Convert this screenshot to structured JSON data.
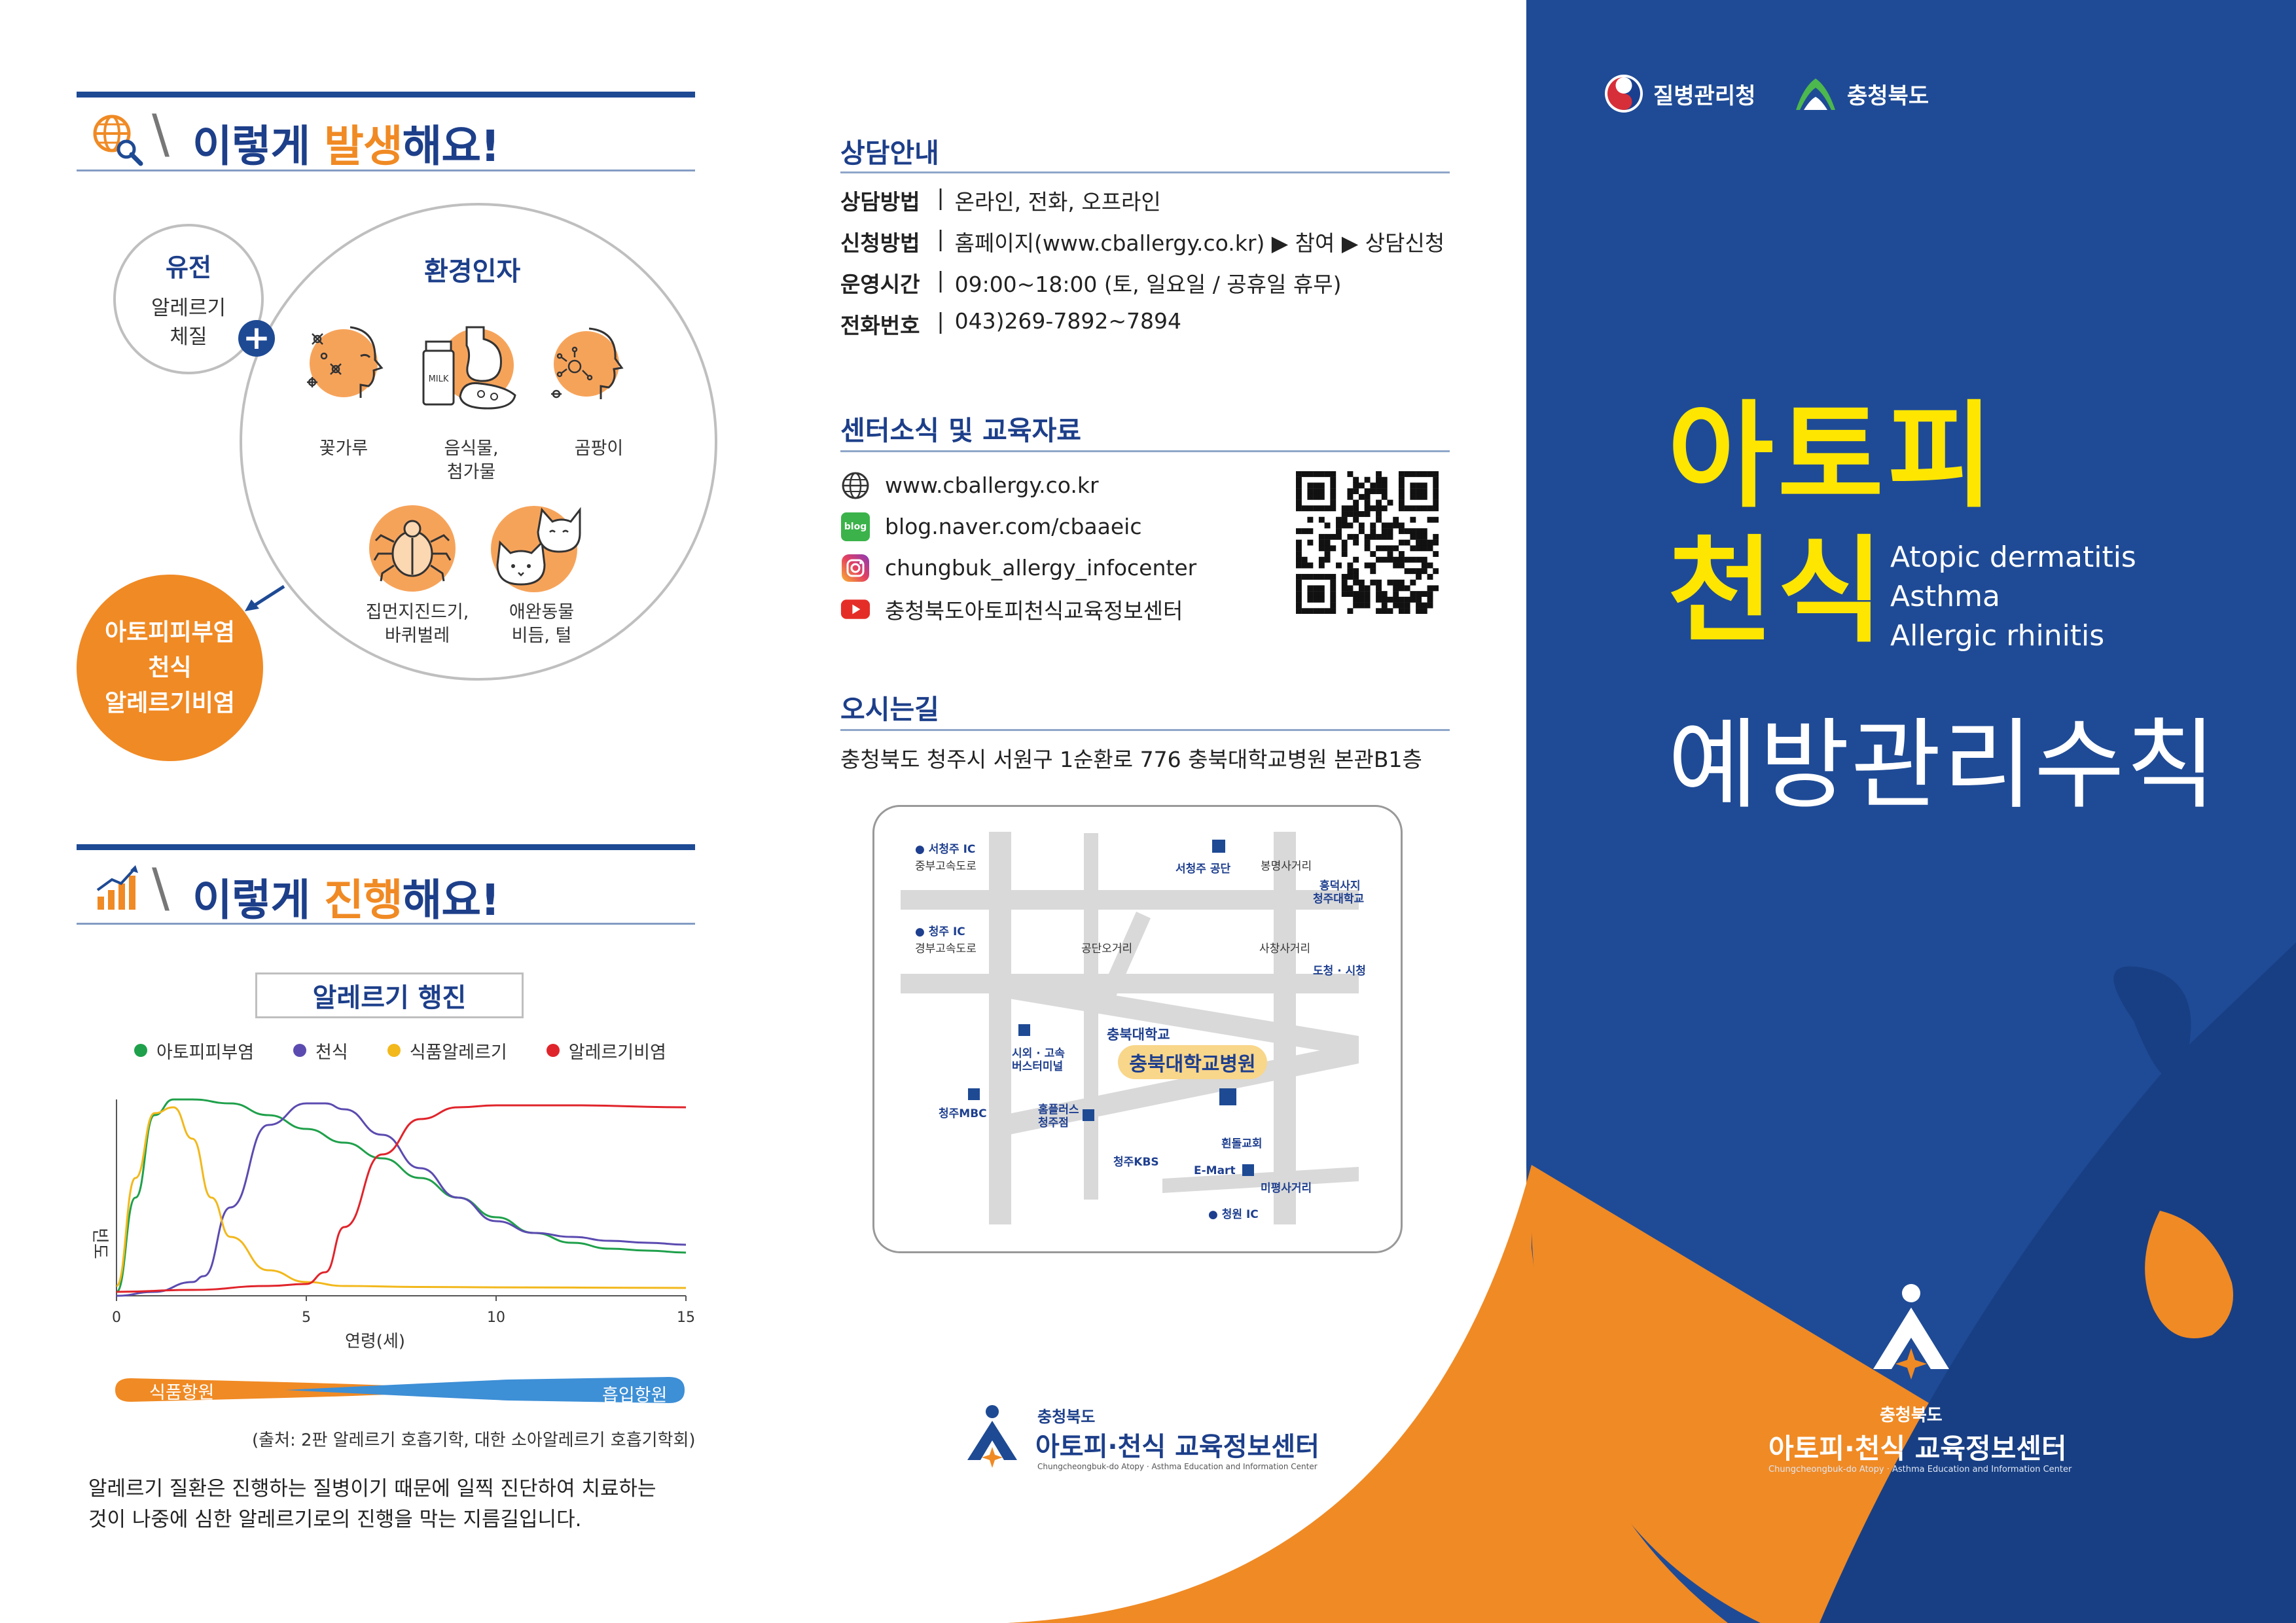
{
  "occur": {
    "title_before": "이렇게 ",
    "title_hl": "발생",
    "title_after": "해요!",
    "genetic": {
      "title": "유전",
      "line1": "알레르기",
      "line2": "체질"
    },
    "env_title": "환경인자",
    "factors": [
      {
        "line1": "꽃가루",
        "line2": ""
      },
      {
        "line1": "음식물,",
        "line2": "첨가물"
      },
      {
        "line1": "곰팡이",
        "line2": ""
      },
      {
        "line1": "집먼지진드기,",
        "line2": "바퀴벌레"
      },
      {
        "line1": "애완동물",
        "line2": "비듬, 털"
      }
    ],
    "milk_label": "MILK",
    "result": {
      "line1": "아토피피부염",
      "line2": "천식",
      "line3": "알레르기비염"
    }
  },
  "progress": {
    "title_before": "이렇게 ",
    "title_hl": "진행",
    "title_after": "해요!",
    "source": "(출처: 2판 알레르기 호흡기학, 대한 소아알레르기 호흡기학회)",
    "body_line1": "알레르기 질환은 진행하는 질병이기 때문에 일찍 진단하여 치료하는",
    "body_line2": "것이 나중에 심한 알레르기로의 진행을 막는 지름길입니다.",
    "food_antigen": "식품항원",
    "inhaled_antigen": "흡입항원"
  },
  "chart_data": {
    "type": "line",
    "title": "알레르기 행진",
    "xlabel": "연령(세)",
    "ylabel": "빈도",
    "xlim": [
      0,
      15
    ],
    "ylim": [
      0,
      1
    ],
    "xticks": [
      "0",
      "5",
      "10",
      "15"
    ],
    "legend_position": "top",
    "grid": false,
    "series": [
      {
        "name": "아토피피부염",
        "color": "#1fa04b",
        "x": [
          0,
          0.5,
          1,
          1.5,
          2,
          3,
          4,
          5,
          6,
          7,
          8,
          9,
          10,
          11,
          12,
          13,
          14,
          15
        ],
        "y": [
          0.02,
          0.5,
          0.92,
          1.0,
          1.0,
          0.98,
          0.92,
          0.85,
          0.78,
          0.7,
          0.6,
          0.5,
          0.4,
          0.32,
          0.27,
          0.24,
          0.23,
          0.22
        ]
      },
      {
        "name": "천식",
        "color": "#5b4bb0",
        "x": [
          0,
          1,
          2,
          2.3,
          3,
          4,
          5,
          5.5,
          6,
          7,
          8,
          9,
          10,
          11,
          12,
          13,
          14,
          15
        ],
        "y": [
          0.0,
          0.02,
          0.07,
          0.1,
          0.45,
          0.87,
          0.98,
          0.98,
          0.95,
          0.82,
          0.65,
          0.5,
          0.38,
          0.32,
          0.3,
          0.28,
          0.27,
          0.26
        ]
      },
      {
        "name": "식품알레르기",
        "color": "#f2b81c",
        "x": [
          0,
          0.5,
          1,
          1.5,
          2,
          2.5,
          3,
          4,
          5,
          6,
          8,
          10,
          12,
          15
        ],
        "y": [
          0.05,
          0.6,
          0.93,
          0.96,
          0.8,
          0.5,
          0.3,
          0.13,
          0.07,
          0.05,
          0.045,
          0.043,
          0.042,
          0.04
        ]
      },
      {
        "name": "알레르기비염",
        "color": "#e0242b",
        "x": [
          0,
          2,
          4,
          5,
          5.5,
          6,
          7,
          8,
          9,
          10,
          12,
          15
        ],
        "y": [
          0.02,
          0.03,
          0.05,
          0.06,
          0.12,
          0.35,
          0.72,
          0.9,
          0.96,
          0.97,
          0.97,
          0.96
        ]
      }
    ]
  },
  "consult": {
    "title": "상담안내",
    "rows": [
      {
        "label": "상담방법",
        "value": "온라인, 전화, 오프라인"
      },
      {
        "label": "신청방법",
        "value": "홈페이지(www.cballergy.co.kr) ▶ 참여 ▶ 상담신청"
      },
      {
        "label": "운영시간",
        "value": "09:00~18:00 (토, 일요일 / 공휴일 휴무)"
      },
      {
        "label": "전화번호",
        "value": "043)269-7892~7894"
      }
    ],
    "sep": "|"
  },
  "news": {
    "title": "센터소식 및 교육자료",
    "links": [
      {
        "icon": "globe-icon",
        "text": "www.cballergy.co.kr"
      },
      {
        "icon": "blog-icon",
        "text": "blog.naver.com/cbaaeic",
        "icon_text": "blog"
      },
      {
        "icon": "instagram-icon",
        "text": "chungbuk_allergy_infocenter"
      },
      {
        "icon": "youtube-icon",
        "text": "충청북도아토피천식교육정보센터"
      }
    ]
  },
  "directions": {
    "title": "오시는길",
    "address": "충청북도 청주시 서원구 1순환로 776 충북대학교병원 본관B1층"
  },
  "map": {
    "labels": {
      "seocheongju_ic": "서청주 IC",
      "jungbu1": "중부고속도로",
      "seocheongju_gongdan": "서청주 공단",
      "bongmyeong": "봉명사거리",
      "heungdeok": "흥덕사지",
      "cheongju_univ": "청주대학교",
      "cheongju_ic": "청주 IC",
      "gyeongbu": "경부고속도로",
      "gongdan_ogeori": "공단오거리",
      "sachang": "사창사거리",
      "docheong": "도청 · 시청",
      "cbnu": "충북대학교",
      "intercity1": "시외 · 고속",
      "intercity2": "버스터미널",
      "hospital": "충북대학교병원",
      "mbc": "청주MBC",
      "homeplus1": "홈플러스",
      "homeplus2": "청주점",
      "hwandol": "흰돌교회",
      "kbs": "청주KBS",
      "emart": "E-Mart",
      "mipyeong": "미평사거리",
      "cheongwon_ic": "청원 IC"
    }
  },
  "center_logo": {
    "province": "충청북도",
    "name": "아토피·천식 교육정보센터",
    "english": "Chungcheongbuk-do Atopy · Asthma Education and Information Center"
  },
  "cover": {
    "kdca": "질병관리청",
    "province": "충청북도",
    "title1": "아토피",
    "title2": "천식",
    "en1": "Atopic dermatitis",
    "en2": "Asthma",
    "en3": "Allergic rhinitis",
    "subtitle": "예방관리수칙",
    "logo_province": "충청북도",
    "logo_name": "아토피·천식 교육정보센터",
    "logo_english": "Chungcheongbuk-do Atopy · Asthma Education and Information Center"
  },
  "colors": {
    "navy": "#1e4a94",
    "orange": "#f08a24",
    "yellow": "#ffe600",
    "cover_blue": "#1f4b96"
  }
}
